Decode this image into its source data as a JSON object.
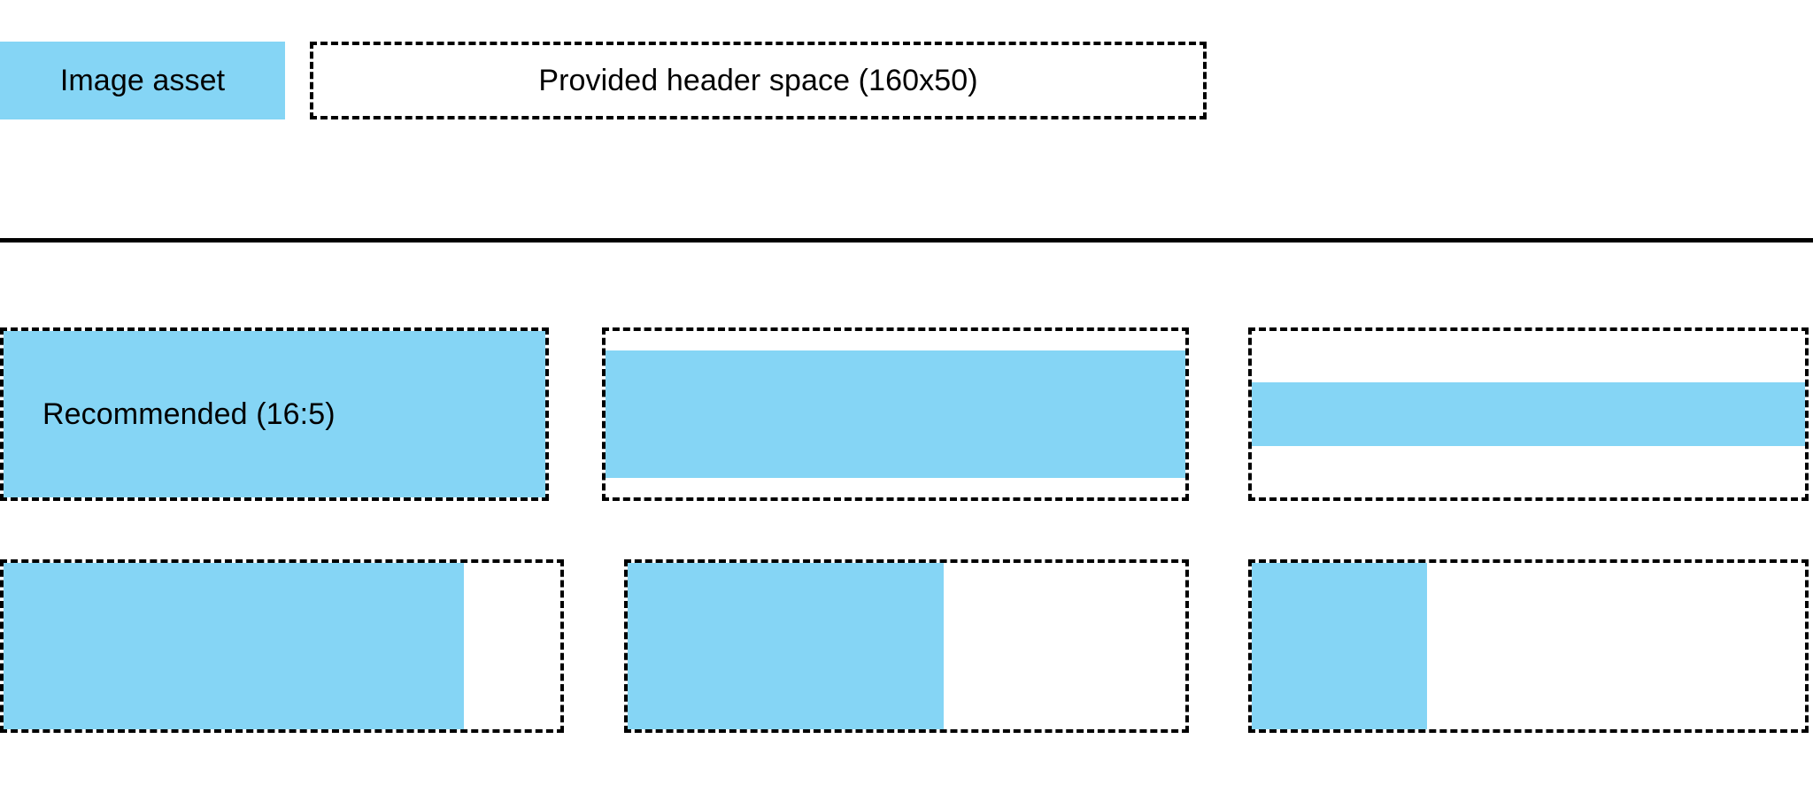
{
  "colors": {
    "fill_blue": "#85d5f5",
    "outline_black": "#000000",
    "background": "#ffffff"
  },
  "header": {
    "swatch_label": "Image asset",
    "space_label": "Provided header space (160x50)"
  },
  "divider": {
    "present": true
  },
  "ratio_grid": {
    "rows": [
      {
        "name": "aspect-ratio-row",
        "cells": [
          {
            "label": "Recommended (16:5)",
            "fill": "full"
          },
          {
            "label": "",
            "fill": "vertical-inset"
          },
          {
            "label": "",
            "fill": "center-band"
          }
        ]
      },
      {
        "name": "width-fill-row",
        "cells": [
          {
            "label": "",
            "fill": "left-wide"
          },
          {
            "label": "",
            "fill": "left-medium"
          },
          {
            "label": "",
            "fill": "left-narrow"
          }
        ]
      }
    ]
  }
}
